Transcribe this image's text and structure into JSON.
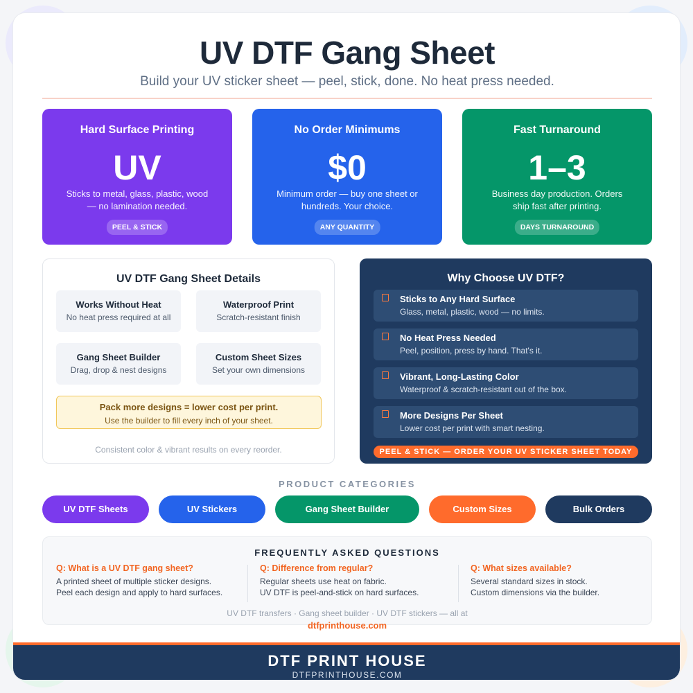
{
  "header": {
    "title": "UV DTF Gang Sheet",
    "subtitle": "Build your UV sticker sheet — peel, stick, done. No heat press needed."
  },
  "stat_cards": [
    {
      "title": "Hard Surface Printing",
      "big": "UV",
      "desc": "Sticks to metal, glass, plastic, wood — no lamination needed.",
      "badge": "PEEL & STICK",
      "color": "#7b3aed"
    },
    {
      "title": "No Order Minimums",
      "big": "$0",
      "desc": "Minimum order — buy one sheet or hundreds. Your choice.",
      "badge": "ANY QUANTITY",
      "color": "#2563eb"
    },
    {
      "title": "Fast Turnaround",
      "big": "1–3",
      "desc": "Business day production. Orders ship fast after printing.",
      "badge": "DAYS TURNAROUND",
      "color": "#059669"
    }
  ],
  "details": {
    "title": "UV DTF Gang Sheet Details",
    "features": [
      {
        "title": "Works Without Heat",
        "sub": "No heat press required at all"
      },
      {
        "title": "Waterproof Print",
        "sub": "Scratch-resistant finish"
      },
      {
        "title": "Gang Sheet Builder",
        "sub": "Drag, drop & nest designs"
      },
      {
        "title": "Custom Sheet Sizes",
        "sub": "Set your own dimensions"
      }
    ],
    "callout_title": "Pack more designs = lower cost per print.",
    "callout_sub": "Use the builder to fill every inch of your sheet.",
    "footer": "Consistent color & vibrant results on every reorder."
  },
  "why": {
    "title": "Why Choose UV DTF?",
    "items": [
      {
        "title": "Sticks to Any Hard Surface",
        "sub": "Glass, metal, plastic, wood — no limits."
      },
      {
        "title": "No Heat Press Needed",
        "sub": "Peel, position, press by hand. That's it."
      },
      {
        "title": "Vibrant, Long-Lasting Color",
        "sub": "Waterproof & scratch-resistant out of the box."
      },
      {
        "title": "More Designs Per Sheet",
        "sub": "Lower cost per print with smart nesting."
      }
    ],
    "cta": "PEEL & STICK — ORDER YOUR UV STICKER SHEET TODAY"
  },
  "categories": {
    "heading": "PRODUCT CATEGORIES",
    "items": [
      {
        "label": "UV DTF Sheets",
        "color": "#7b3aed"
      },
      {
        "label": "UV Stickers",
        "color": "#2563eb"
      },
      {
        "label": "Gang Sheet Builder",
        "color": "#059669"
      },
      {
        "label": "Custom Sizes",
        "color": "#ff6b2c"
      },
      {
        "label": "Bulk Orders",
        "color": "#1f3a5f"
      }
    ]
  },
  "faq": {
    "title": "FREQUENTLY ASKED QUESTIONS",
    "items": [
      {
        "q": "Q: What is a UV DTF gang sheet?",
        "a1": "A printed sheet of multiple sticker designs.",
        "a2": "Peel each design and apply to hard surfaces."
      },
      {
        "q": "Q: Difference from regular?",
        "a1": "Regular sheets use heat on fabric.",
        "a2": "UV DTF is peel-and-stick on hard surfaces."
      },
      {
        "q": "Q: What sizes available?",
        "a1": "Several standard sizes in stock.",
        "a2": "Custom dimensions via the builder."
      }
    ],
    "footer": "UV DTF transfers · Gang sheet builder · UV DTF stickers — all at",
    "link": "dtfprinthouse.com"
  },
  "footer": {
    "brand": "DTF PRINT HOUSE",
    "url": "DTFPRINTHOUSE.COM"
  }
}
